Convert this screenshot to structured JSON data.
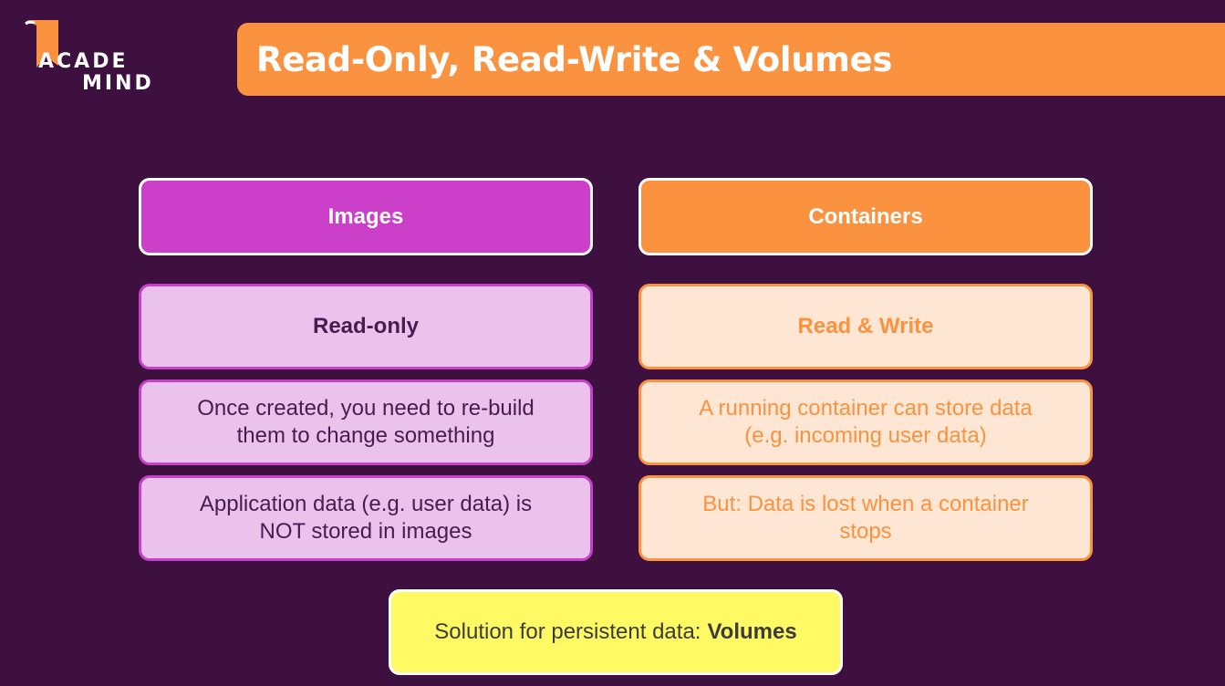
{
  "brand": {
    "line1": "ACADE",
    "line2": "MIND"
  },
  "title": "Read-Only, Read-Write & Volumes",
  "columns": {
    "left": {
      "header": "Images",
      "items": [
        "Read-only",
        "Once created, you need to re-build them to change something",
        "Application data (e.g. user data) is NOT stored in images"
      ]
    },
    "right": {
      "header": "Containers",
      "items": [
        "Read & Write",
        "A running container can store data (e.g. incoming user data)",
        "But: Data is lost when a container stops"
      ]
    }
  },
  "solution": {
    "prefix": "Solution for persistent data:",
    "highlight": "Volumes"
  },
  "colors": {
    "background": "#3d1040",
    "orange": "#fa923f",
    "magenta": "#cc3fc9",
    "yellow": "#fff963"
  }
}
